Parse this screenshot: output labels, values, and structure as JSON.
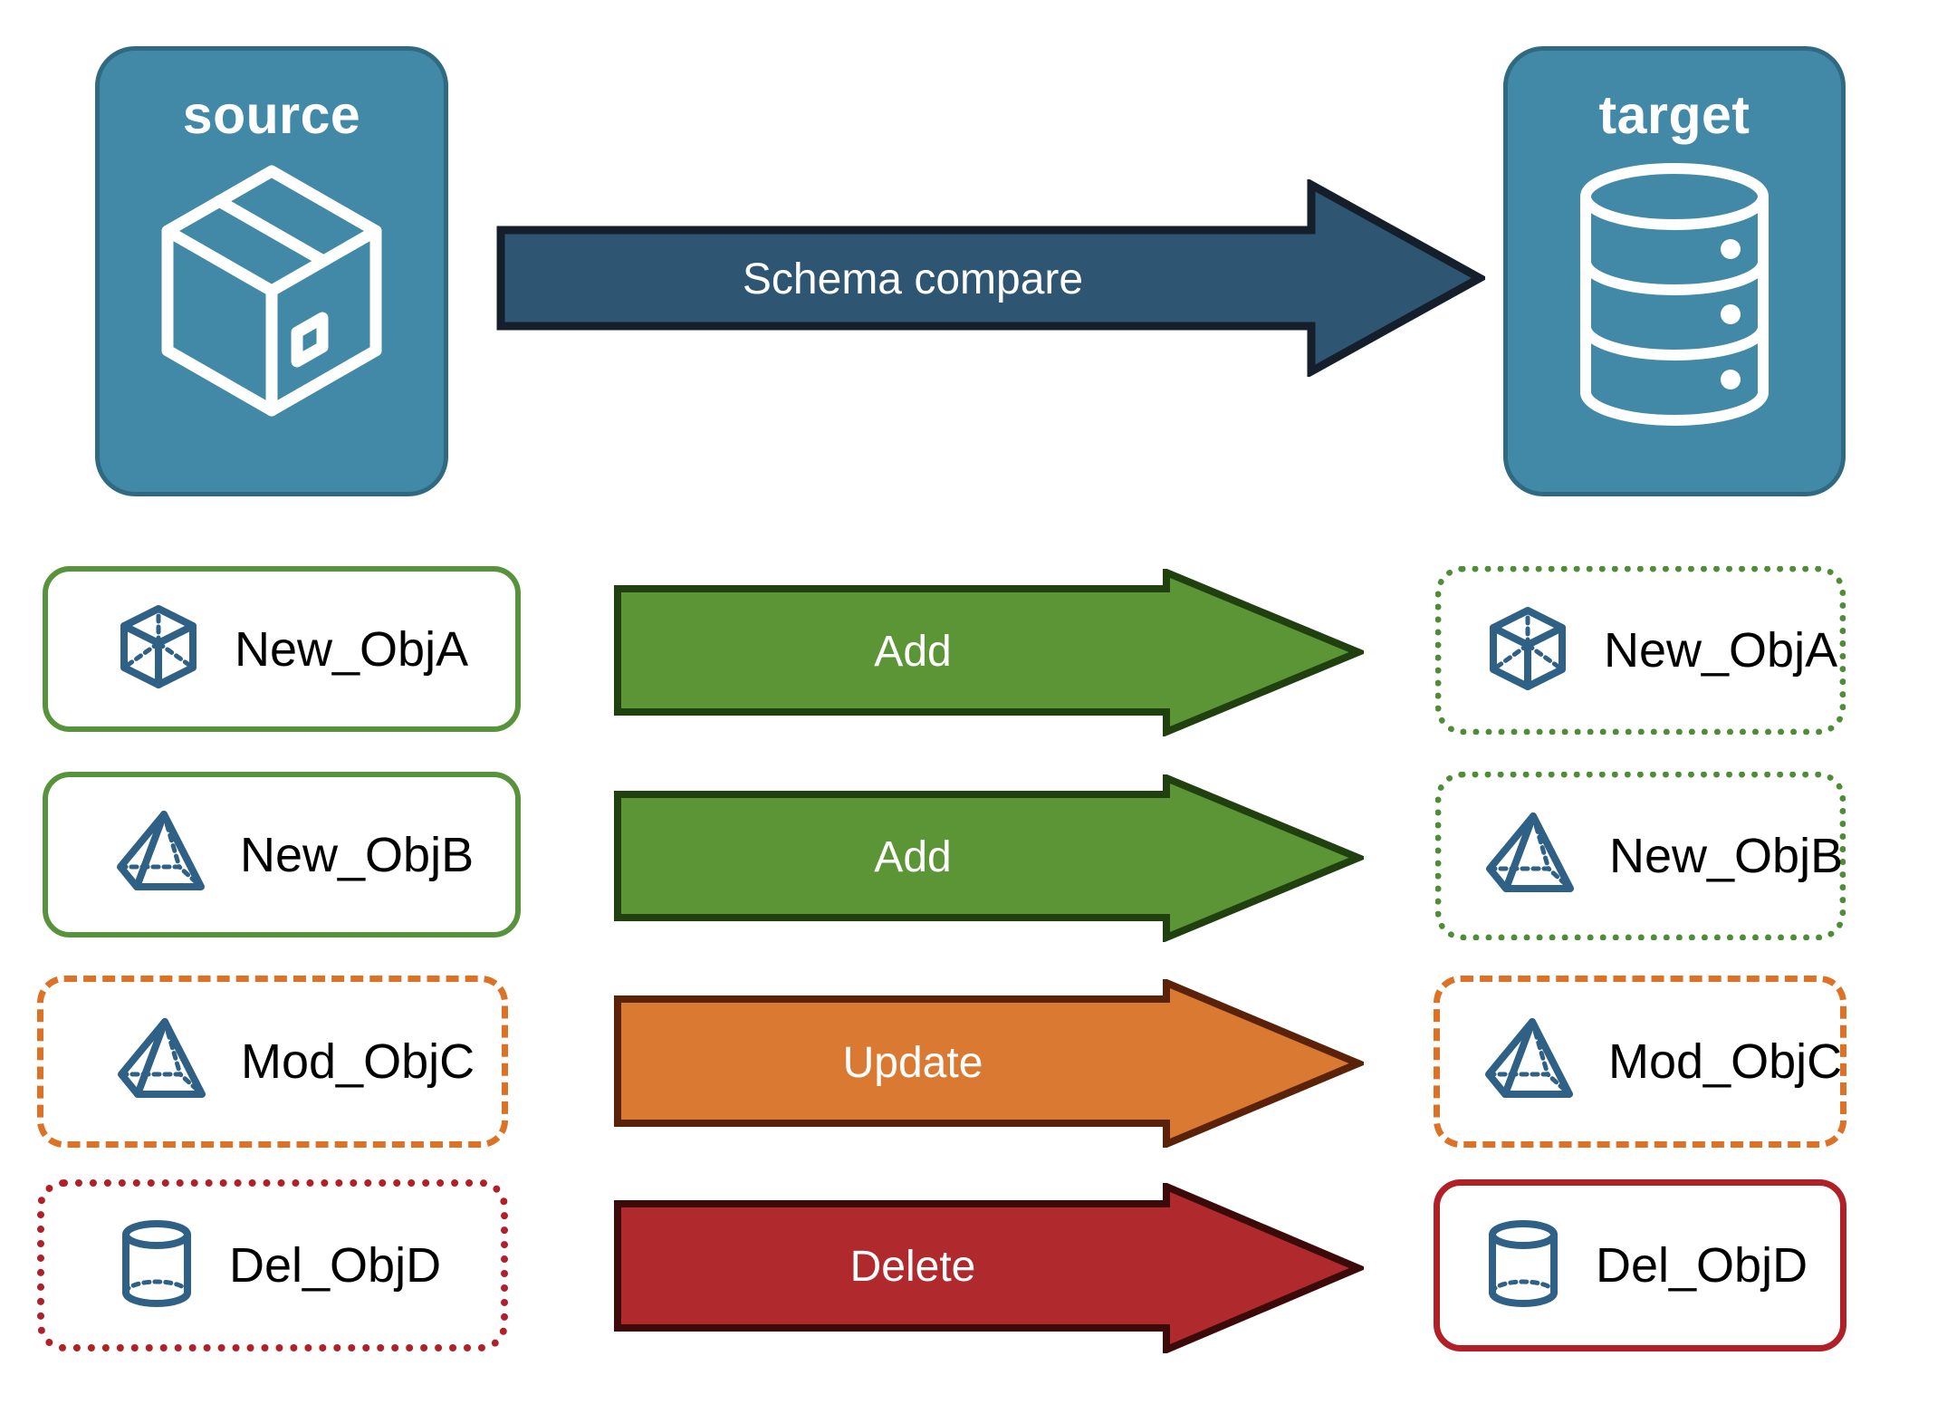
{
  "diagram": {
    "title": "Schema compare source to target",
    "background": "#ffffff"
  },
  "endpoints": {
    "source": {
      "label": "source",
      "icon": "package-box-icon",
      "fill": "#4289a8",
      "stroke": "#2f6a80"
    },
    "target": {
      "label": "target",
      "icon": "database-cylinder-icon",
      "fill": "#4289a8",
      "stroke": "#2f6a80"
    }
  },
  "main_arrow": {
    "label": "Schema compare",
    "fill": "#2e5571",
    "stroke": "#141f2b",
    "text_color": "#ffffff"
  },
  "rows": [
    {
      "action": "Add",
      "arrow_fill": "#5b9536",
      "arrow_stroke": "#21400f",
      "source": {
        "label": "New_ObjA",
        "icon": "wireframe-cube-icon",
        "border_color": "#57933a",
        "border_style": "solid"
      },
      "target": {
        "label": "New_ObjA",
        "icon": "wireframe-cube-icon",
        "border_color": "#4e8d36",
        "border_style": "dotted"
      }
    },
    {
      "action": "Add",
      "arrow_fill": "#5b9536",
      "arrow_stroke": "#21400f",
      "source": {
        "label": "New_ObjB",
        "icon": "wireframe-pyramid-icon",
        "border_color": "#57933a",
        "border_style": "solid"
      },
      "target": {
        "label": "New_ObjB",
        "icon": "wireframe-pyramid-icon",
        "border_color": "#4e8d36",
        "border_style": "dotted"
      }
    },
    {
      "action": "Update",
      "arrow_fill": "#da7a32",
      "arrow_stroke": "#5a2208",
      "source": {
        "label": "Mod_ObjC",
        "icon": "wireframe-pyramid-icon",
        "border_color": "#dd7226",
        "border_style": "dashed"
      },
      "target": {
        "label": "Mod_ObjC",
        "icon": "wireframe-pyramid-icon",
        "border_color": "#dd7226",
        "border_style": "dashed"
      }
    },
    {
      "action": "Delete",
      "arrow_fill": "#b02a2d",
      "arrow_stroke": "#3d0a0a",
      "source": {
        "label": "Del_ObjD",
        "icon": "wireframe-cylinder-icon",
        "border_color": "#b12026",
        "border_style": "dotted"
      },
      "target": {
        "label": "Del_ObjD",
        "icon": "wireframe-cylinder-icon",
        "border_color": "#b12026",
        "border_style": "solid"
      }
    }
  ],
  "colors": {
    "object_icon_stroke": "#2f6085",
    "panel_fill": "#4289a8",
    "panel_stroke": "#2f6a80",
    "add": "#5b9536",
    "update": "#da7a32",
    "delete": "#b02a2d",
    "compare": "#2e5571"
  }
}
